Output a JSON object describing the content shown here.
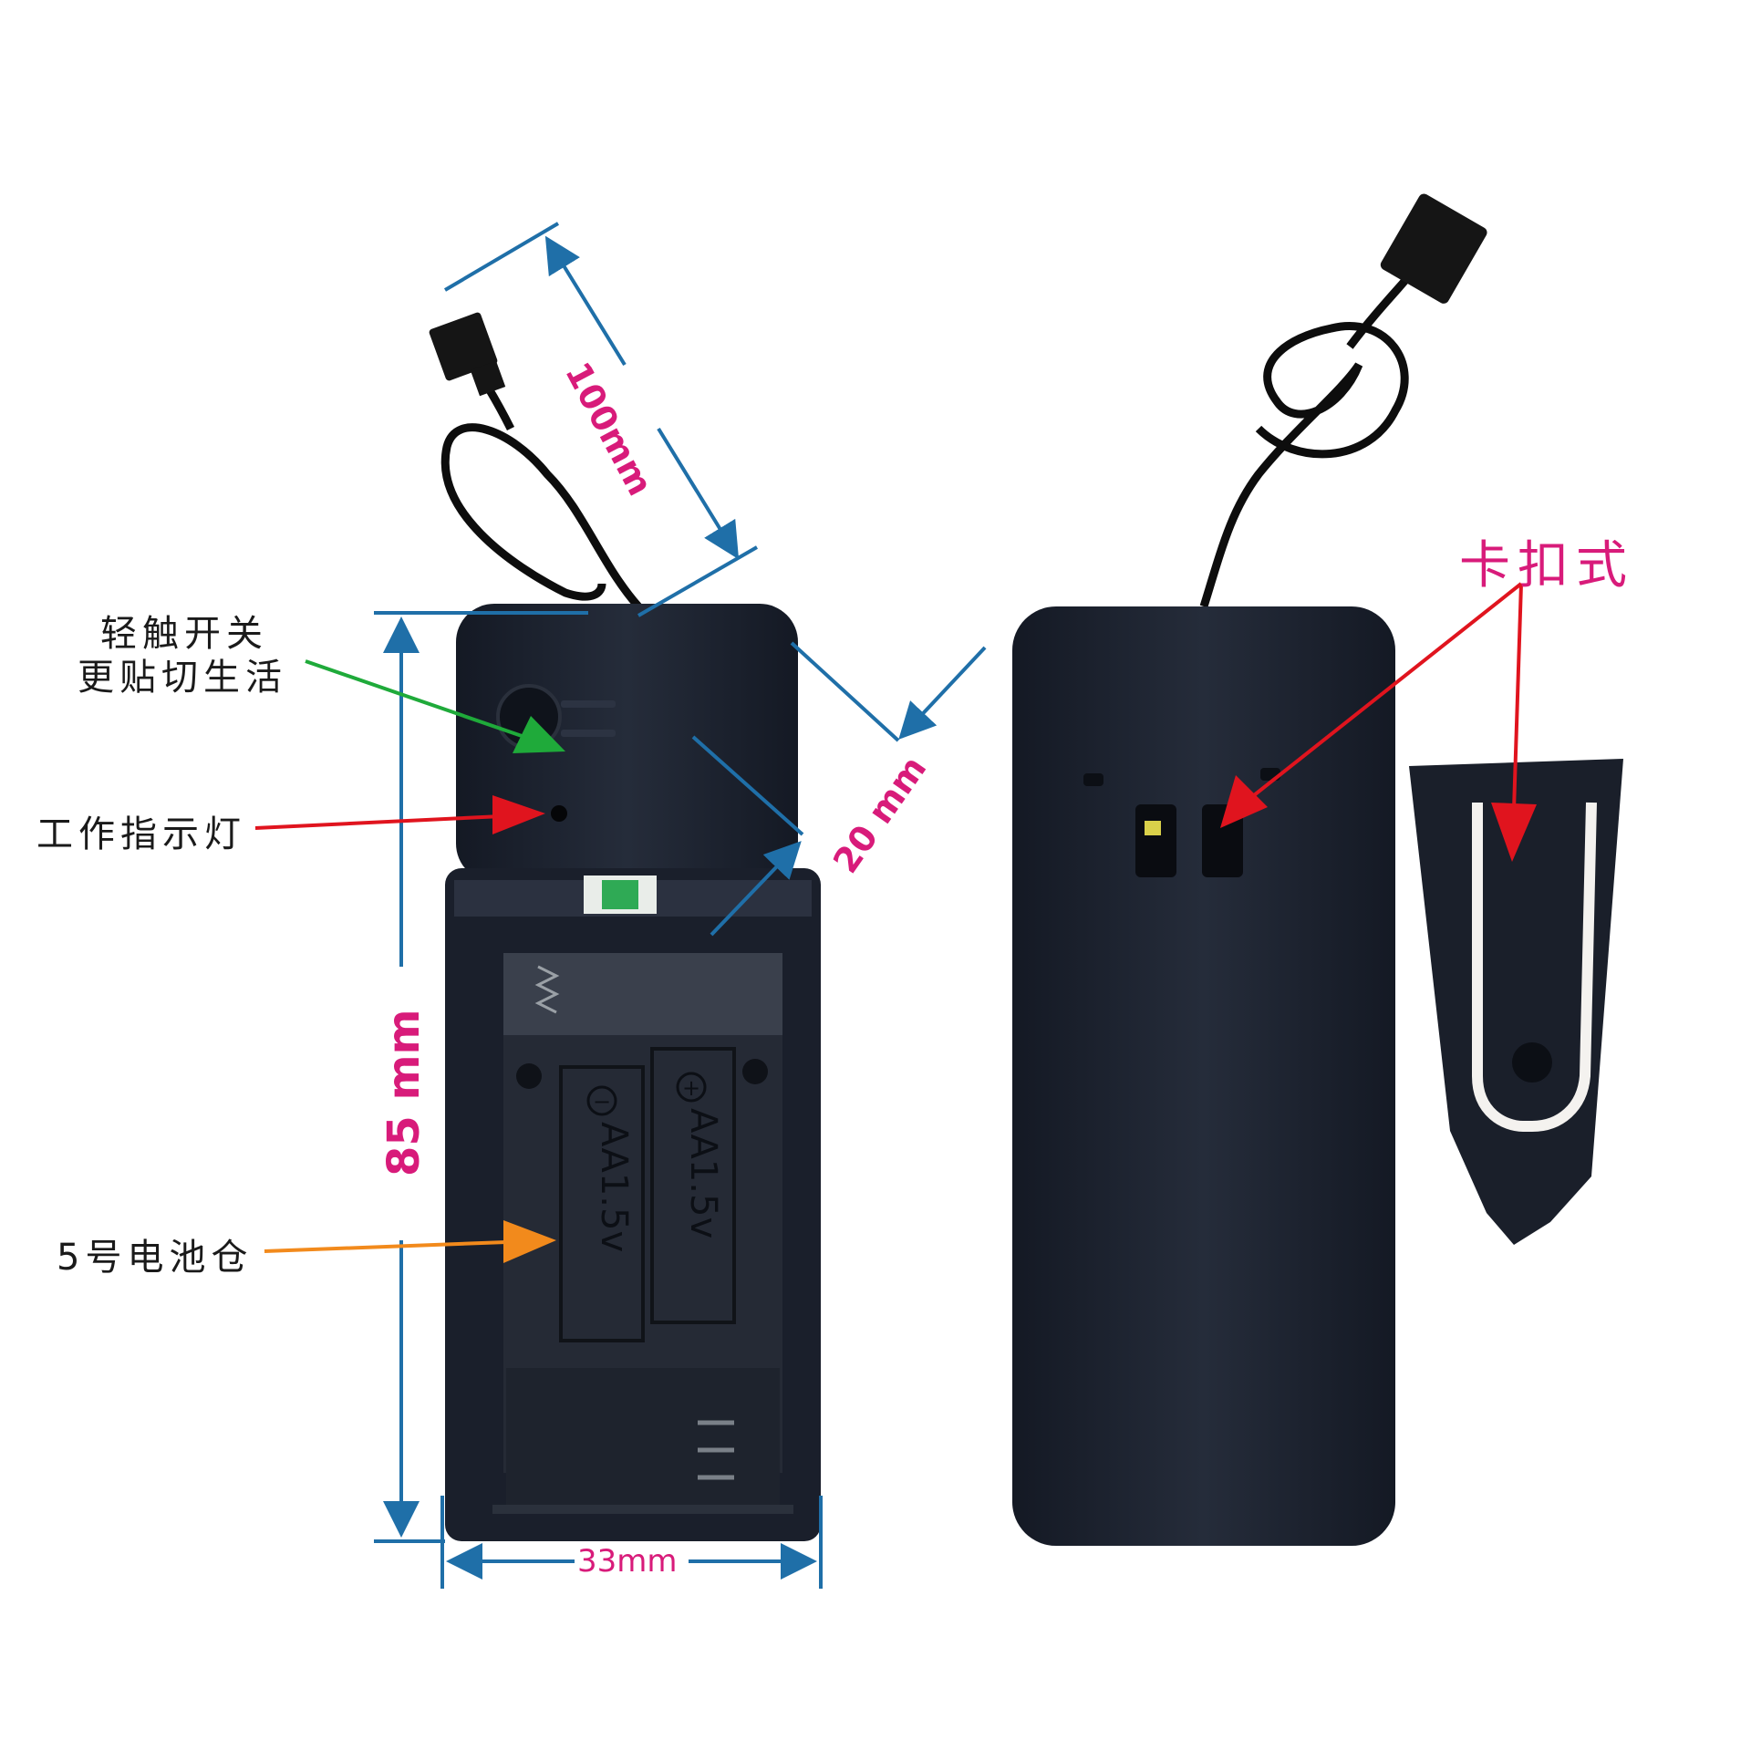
{
  "annotations": {
    "touch_switch_line1": "轻触开关",
    "touch_switch_line2": "更贴切生活",
    "indicator_light": "工作指示灯",
    "battery_bay": "5号电池仓",
    "clip_type": "卡扣式"
  },
  "dimensions": {
    "length": "100mm",
    "depth": "20 mm",
    "height": "85 mm",
    "width": "33mm"
  },
  "battery_markings": {
    "cell_left": "AA1.5v",
    "cell_right": "AA1.5v",
    "plus": "+",
    "minus": "−"
  },
  "colors": {
    "dimension_line": "#1f6fa8",
    "dimension_text": "#d81b7a",
    "clip_label": "#d81b7a",
    "arrow_green": "#1faa3a",
    "arrow_red": "#e0141e",
    "arrow_orange": "#f28a1c",
    "device_body": "#1c2230"
  }
}
